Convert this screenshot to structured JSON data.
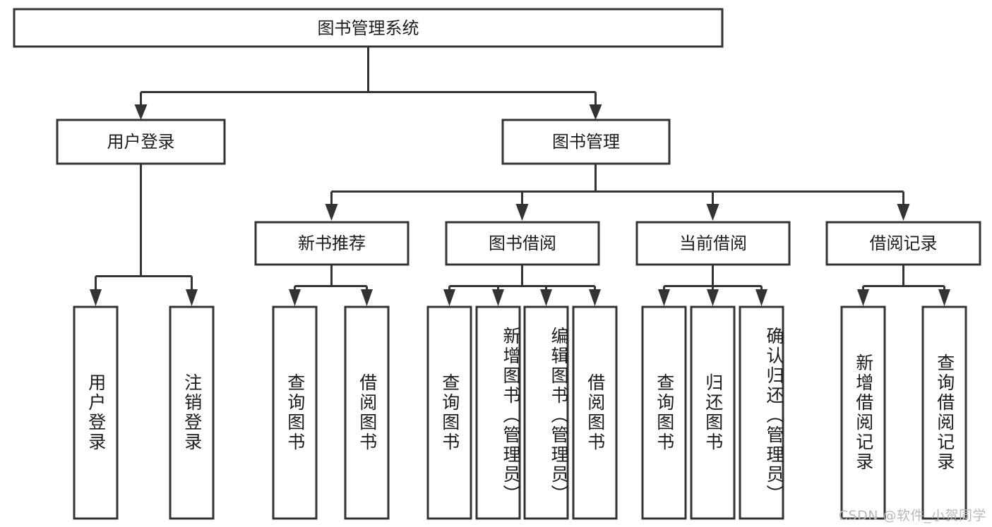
{
  "diagram": {
    "type": "tree-hierarchy-chart",
    "title": "图书管理系统",
    "background_color": "#ffffff",
    "line_color": "#333333",
    "text_color": "#1b1b1b",
    "levels": [
      {
        "level": 1,
        "nodes": [
          {
            "id": "root",
            "label": "图书管理系统",
            "orientation": "horizontal"
          }
        ]
      },
      {
        "level": 2,
        "nodes": [
          {
            "id": "login",
            "label": "用户登录",
            "orientation": "horizontal",
            "parent": "root"
          },
          {
            "id": "bookmgmt",
            "label": "图书管理",
            "orientation": "horizontal",
            "parent": "root"
          }
        ]
      },
      {
        "level": 3,
        "nodes": [
          {
            "id": "newbook",
            "label": "新书推荐",
            "orientation": "horizontal",
            "parent": "bookmgmt"
          },
          {
            "id": "borrow",
            "label": "图书借阅",
            "orientation": "horizontal",
            "parent": "bookmgmt"
          },
          {
            "id": "current",
            "label": "当前借阅",
            "orientation": "horizontal",
            "parent": "bookmgmt"
          },
          {
            "id": "records",
            "label": "借阅记录",
            "orientation": "horizontal",
            "parent": "bookmgmt"
          }
        ]
      },
      {
        "level": 4,
        "nodes": [
          {
            "id": "leaf-1",
            "label": "用户登录",
            "orientation": "vertical",
            "parent": "login"
          },
          {
            "id": "leaf-2",
            "label": "注销登录",
            "orientation": "vertical",
            "parent": "login"
          },
          {
            "id": "leaf-3",
            "label": "查询图书",
            "orientation": "vertical",
            "parent": "newbook"
          },
          {
            "id": "leaf-4",
            "label": "借阅图书",
            "orientation": "vertical",
            "parent": "newbook"
          },
          {
            "id": "leaf-5",
            "label": "查询图书",
            "orientation": "vertical",
            "parent": "borrow"
          },
          {
            "id": "leaf-6",
            "label": "新增图书（管理员）",
            "orientation": "vertical",
            "parent": "borrow"
          },
          {
            "id": "leaf-7",
            "label": "编辑图书（管理员）",
            "orientation": "vertical",
            "parent": "borrow"
          },
          {
            "id": "leaf-8",
            "label": "借阅图书",
            "orientation": "vertical",
            "parent": "borrow"
          },
          {
            "id": "leaf-9",
            "label": "查询图书",
            "orientation": "vertical",
            "parent": "current"
          },
          {
            "id": "leaf-10",
            "label": "归还图书",
            "orientation": "vertical",
            "parent": "current"
          },
          {
            "id": "leaf-11",
            "label": "确认归还（管理员）",
            "orientation": "vertical",
            "parent": "current"
          },
          {
            "id": "leaf-12",
            "label": "新增借阅记录",
            "orientation": "vertical",
            "parent": "records"
          },
          {
            "id": "leaf-13",
            "label": "查询借阅记录",
            "orientation": "vertical",
            "parent": "records"
          }
        ]
      }
    ]
  },
  "watermark": {
    "text": "CSDN @软件_小贺同学"
  }
}
